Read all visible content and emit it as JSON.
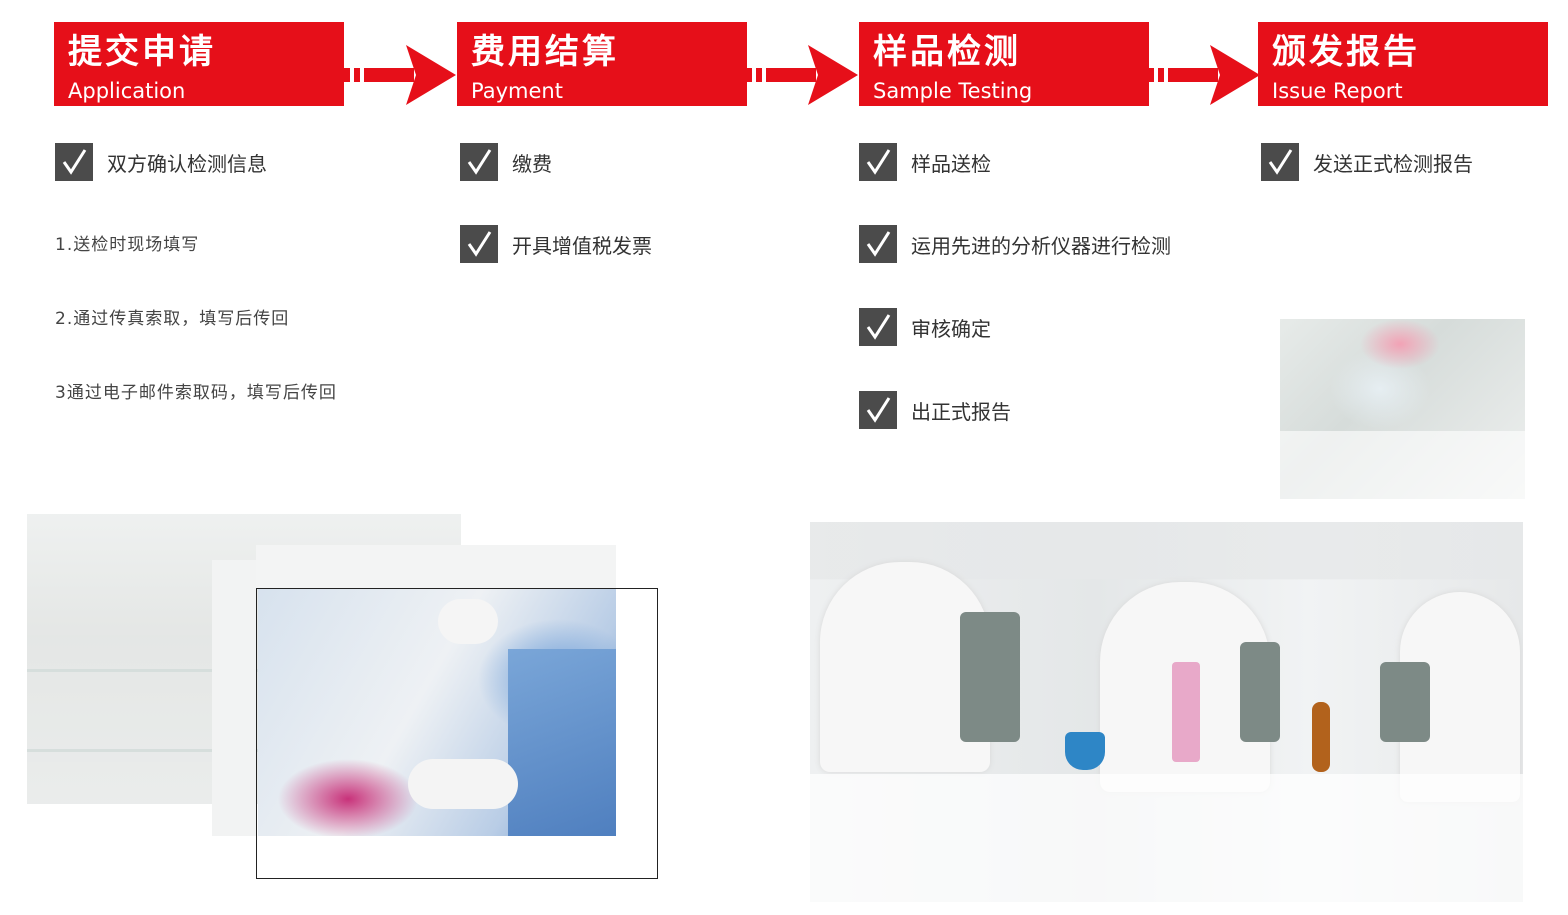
{
  "colors": {
    "brand_red": "#e60f19",
    "checkbox_gray": "#4b4b4b"
  },
  "steps": [
    {
      "zh": "提交申请",
      "en": "Application"
    },
    {
      "zh": "费用结算",
      "en": "Payment"
    },
    {
      "zh": "样品检测",
      "en": "Sample Testing"
    },
    {
      "zh": "颁发报告",
      "en": "Issue  Report"
    }
  ],
  "application": {
    "checks": [
      "双方确认检测信息"
    ],
    "notes": [
      "1.送检时现场填写",
      "2.通过传真索取，填写后传回",
      "3通过电子邮件索取码，填写后传回"
    ]
  },
  "payment": {
    "checks": [
      "缴费",
      "开具增值税发票"
    ]
  },
  "testing": {
    "checks": [
      "样品送检",
      "运用先进的分析仪器进行检测",
      "审核确定",
      "出正式报告"
    ]
  },
  "report": {
    "checks": [
      "发送正式检测报告"
    ]
  },
  "icons": {
    "check": "checkmark-icon",
    "arrow": "arrow-right-icon"
  }
}
